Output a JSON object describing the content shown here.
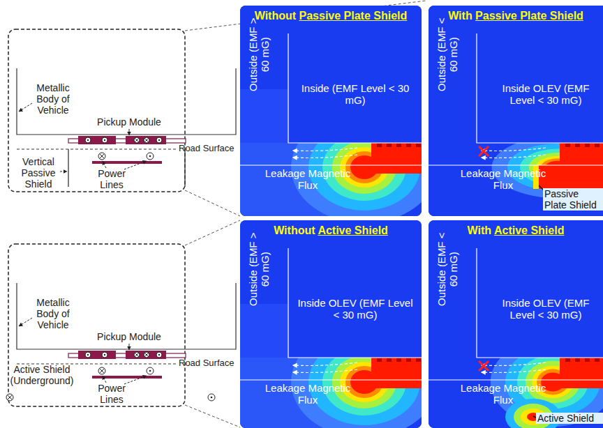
{
  "diagram": {
    "nodes": [
      {
        "text": [
          "Without Passive Plate Shield",
          "Outside (EMF > 60 mG)",
          "Inside (EMF Level < 30 mG)",
          "Leakage Magnetic Flux"
        ]
      },
      {
        "text": [
          "With Passive Plate Shield",
          "Outside (EMF < 60 mG)",
          "Inside OLEV (EMF Level < 30 mG)",
          "Leakage Magnetic Flux",
          "Passive Plate Shield"
        ]
      },
      {
        "text": [
          "Without Active Shield",
          "Outside (EMF > 60 mG)",
          "Inside OLEV (EMF Level < 30 mG)",
          "Leakage Magnetic Flux"
        ]
      },
      {
        "text": [
          "With Active Shield",
          "Outside (EMF < 60 mG)",
          "Inside OLEV (EMF Level < 30 mG)",
          "Leakage Magnetic Flux",
          "Active Shield"
        ]
      }
    ],
    "labels": [
      "Metallic Body of Vehicle",
      "Pickup Module",
      "Road Surface",
      "Vertical Passive Shield",
      "Power Lines",
      "Metallic Body of Vehicle",
      "Pickup Module",
      "Road Surface",
      "Active Shield (Underground)",
      "Power Lines"
    ]
  }
}
